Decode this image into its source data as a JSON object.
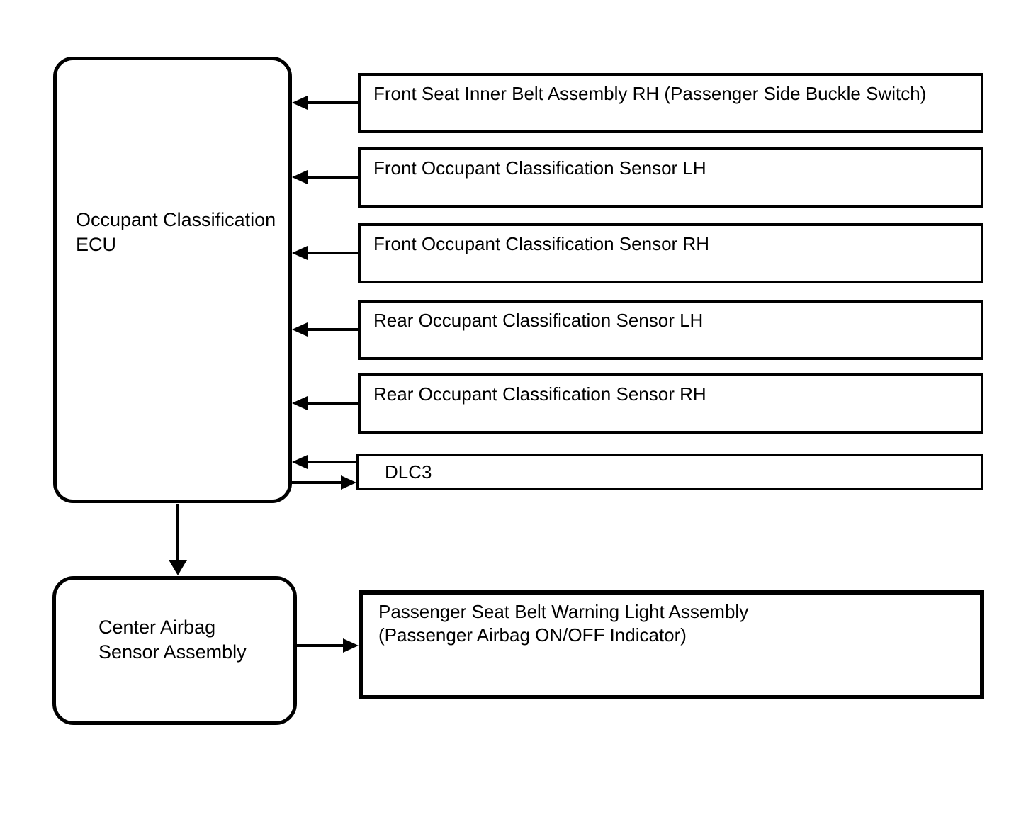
{
  "ecu": {
    "line1": "Occupant Classification",
    "line2": "ECU"
  },
  "units": [
    {
      "label": "Front Seat Inner Belt Assembly RH (Passenger Side Buckle Switch)"
    },
    {
      "label": "Front Occupant Classification Sensor LH"
    },
    {
      "label": "Front Occupant Classification Sensor RH"
    },
    {
      "label": "Rear Occupant Classification Sensor LH"
    },
    {
      "label": "Rear Occupant Classification Sensor RH"
    },
    {
      "label": "DLC3"
    }
  ],
  "center_airbag_sensor": {
    "line1": "Center Airbag",
    "line2": "Sensor Assembly"
  },
  "warning_light": {
    "line1": "Passenger Seat Belt Warning Light Assembly",
    "line2": "(Passenger Airbag ON/OFF Indicator)"
  },
  "colors": {
    "line": "#000000",
    "background": "#ffffff"
  }
}
